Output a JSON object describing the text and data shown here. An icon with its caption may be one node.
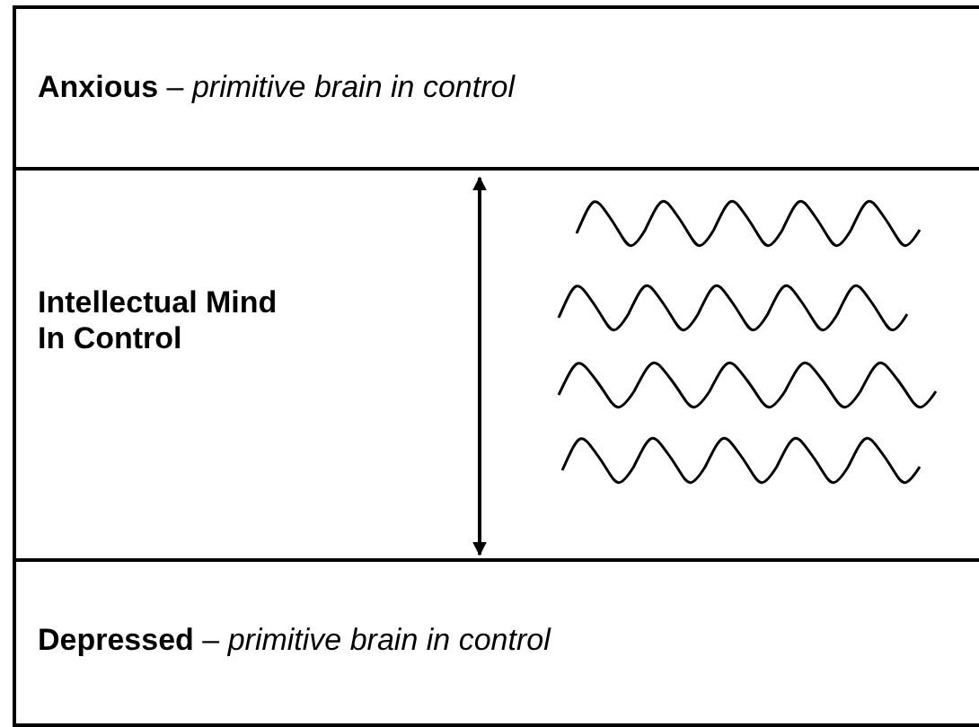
{
  "diagram": {
    "nodes": [
      {
        "text": [
          "**Anxious** – *primitive brain in control*"
        ]
      },
      {
        "text": [
          "Intellectual Mind In Control"
        ]
      },
      {
        "text": [
          "**Depressed** – *primitive brain in control*"
        ]
      }
    ],
    "edges": [
      {
        "from": 0,
        "to": 2,
        "arrow": "both"
      }
    ]
  }
}
